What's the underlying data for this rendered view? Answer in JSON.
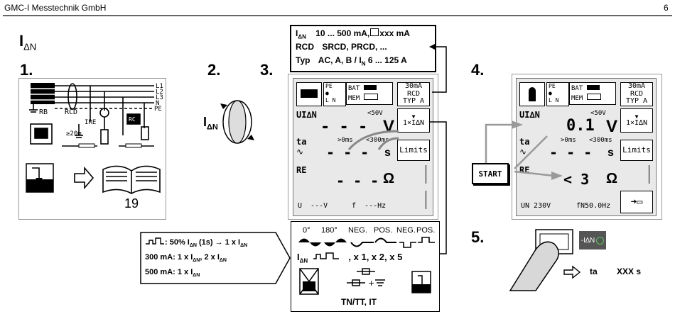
{
  "header": {
    "company": "GMC-I Messtechnik GmbH",
    "page": "6"
  },
  "title": {
    "main": "I",
    "sub": "ΔN"
  },
  "steps": {
    "s1": "1.",
    "s2": "2.",
    "s3": "3.",
    "s4": "4.",
    "s5": "5."
  },
  "step1": {
    "page_ref": "19",
    "labels": {
      "l1": "L1",
      "l2": "L2",
      "l3": "L3",
      "n": "N",
      "pe": "PE",
      "rb": "RB",
      "rcd": "RCD",
      "ire": "IRE",
      "dist": "≥20m",
      "rc": "RC"
    }
  },
  "step2": {
    "label_main": "I",
    "label_sub": "ΔN"
  },
  "infobox": {
    "r1_sym": "I",
    "r1_sub": "ΔN",
    "r1_text": "10 ... 500 mA,",
    "r1_tail": "xxx mA",
    "r2_key": "RCD",
    "r2_text": "SRCD, PRCD, ...",
    "r3_key": "Typ",
    "r3_text": "AC, A, B / I",
    "r3_sub": "N",
    "r3_tail": "6 ... 125 A"
  },
  "screen3": {
    "pe": "PE",
    "l": "L",
    "n": "N",
    "bat": "BAT",
    "mem": "MEM",
    "sel": [
      "30mA",
      "RCD",
      "TYP A"
    ],
    "ui_label": "UI∆N",
    "ui_limit": "<50V",
    "ui_value": "- - -",
    "ui_unit": "V",
    "mult": "1×I∆N",
    "ta_label": "ta",
    "ta_sym": "∿",
    "ta_lim1": ">0ms",
    "ta_lim2": "<300ms",
    "ta_value": "- - -",
    "ta_unit": "s",
    "limits": "Limits",
    "re_label": "RE",
    "re_value": "- - -",
    "re_unit": "Ω",
    "u_text": "U  ---V",
    "f_text": "f  ---Hz"
  },
  "screen4": {
    "pe": "PE",
    "l": "L",
    "n": "N",
    "bat": "BAT",
    "mem": "MEM",
    "sel": [
      "30mA",
      "RCD",
      "TYP A"
    ],
    "ui_label": "UI∆N",
    "ui_limit": "<50V",
    "ui_value": "0.1",
    "ui_unit": "V",
    "mult": "1×I∆N",
    "ta_label": "ta",
    "ta_sym": "∿",
    "ta_lim1": ">0ms",
    "ta_lim2": "<300ms",
    "ta_value": "- - -",
    "ta_unit": "s",
    "limits": "Limits",
    "re_label": "RE",
    "re_value": "< 3",
    "re_unit": "Ω",
    "un_text": "UN 230V",
    "fn_text": "fN50.0Hz"
  },
  "start_button": "START",
  "waveform": {
    "labels": [
      "0°",
      "180°",
      "NEG.",
      "POS.",
      "NEG.",
      "POS."
    ],
    "mult_sym": "I",
    "mult_sub": "ΔN",
    "mult_text": ", x 1, x 2, x 5",
    "net": "TN/TT, IT"
  },
  "callout": {
    "l1_pre": ": 50% I",
    "l1_sub": "ΔN",
    "l1_mid": " (1s) → 1 x I",
    "l1_sub2": "ΔN",
    "l2_pre": "300 mA: 1 x I",
    "l2_sub": "ΔN",
    "l2_mid": ", 2 x I",
    "l2_sub2": "ΔN",
    "l3_pre": "500 mA: 1 x I",
    "l3_sub": "ΔN"
  },
  "step5": {
    "indicator": "-I∆N",
    "ta": "ta",
    "xxx": "XXX s"
  }
}
